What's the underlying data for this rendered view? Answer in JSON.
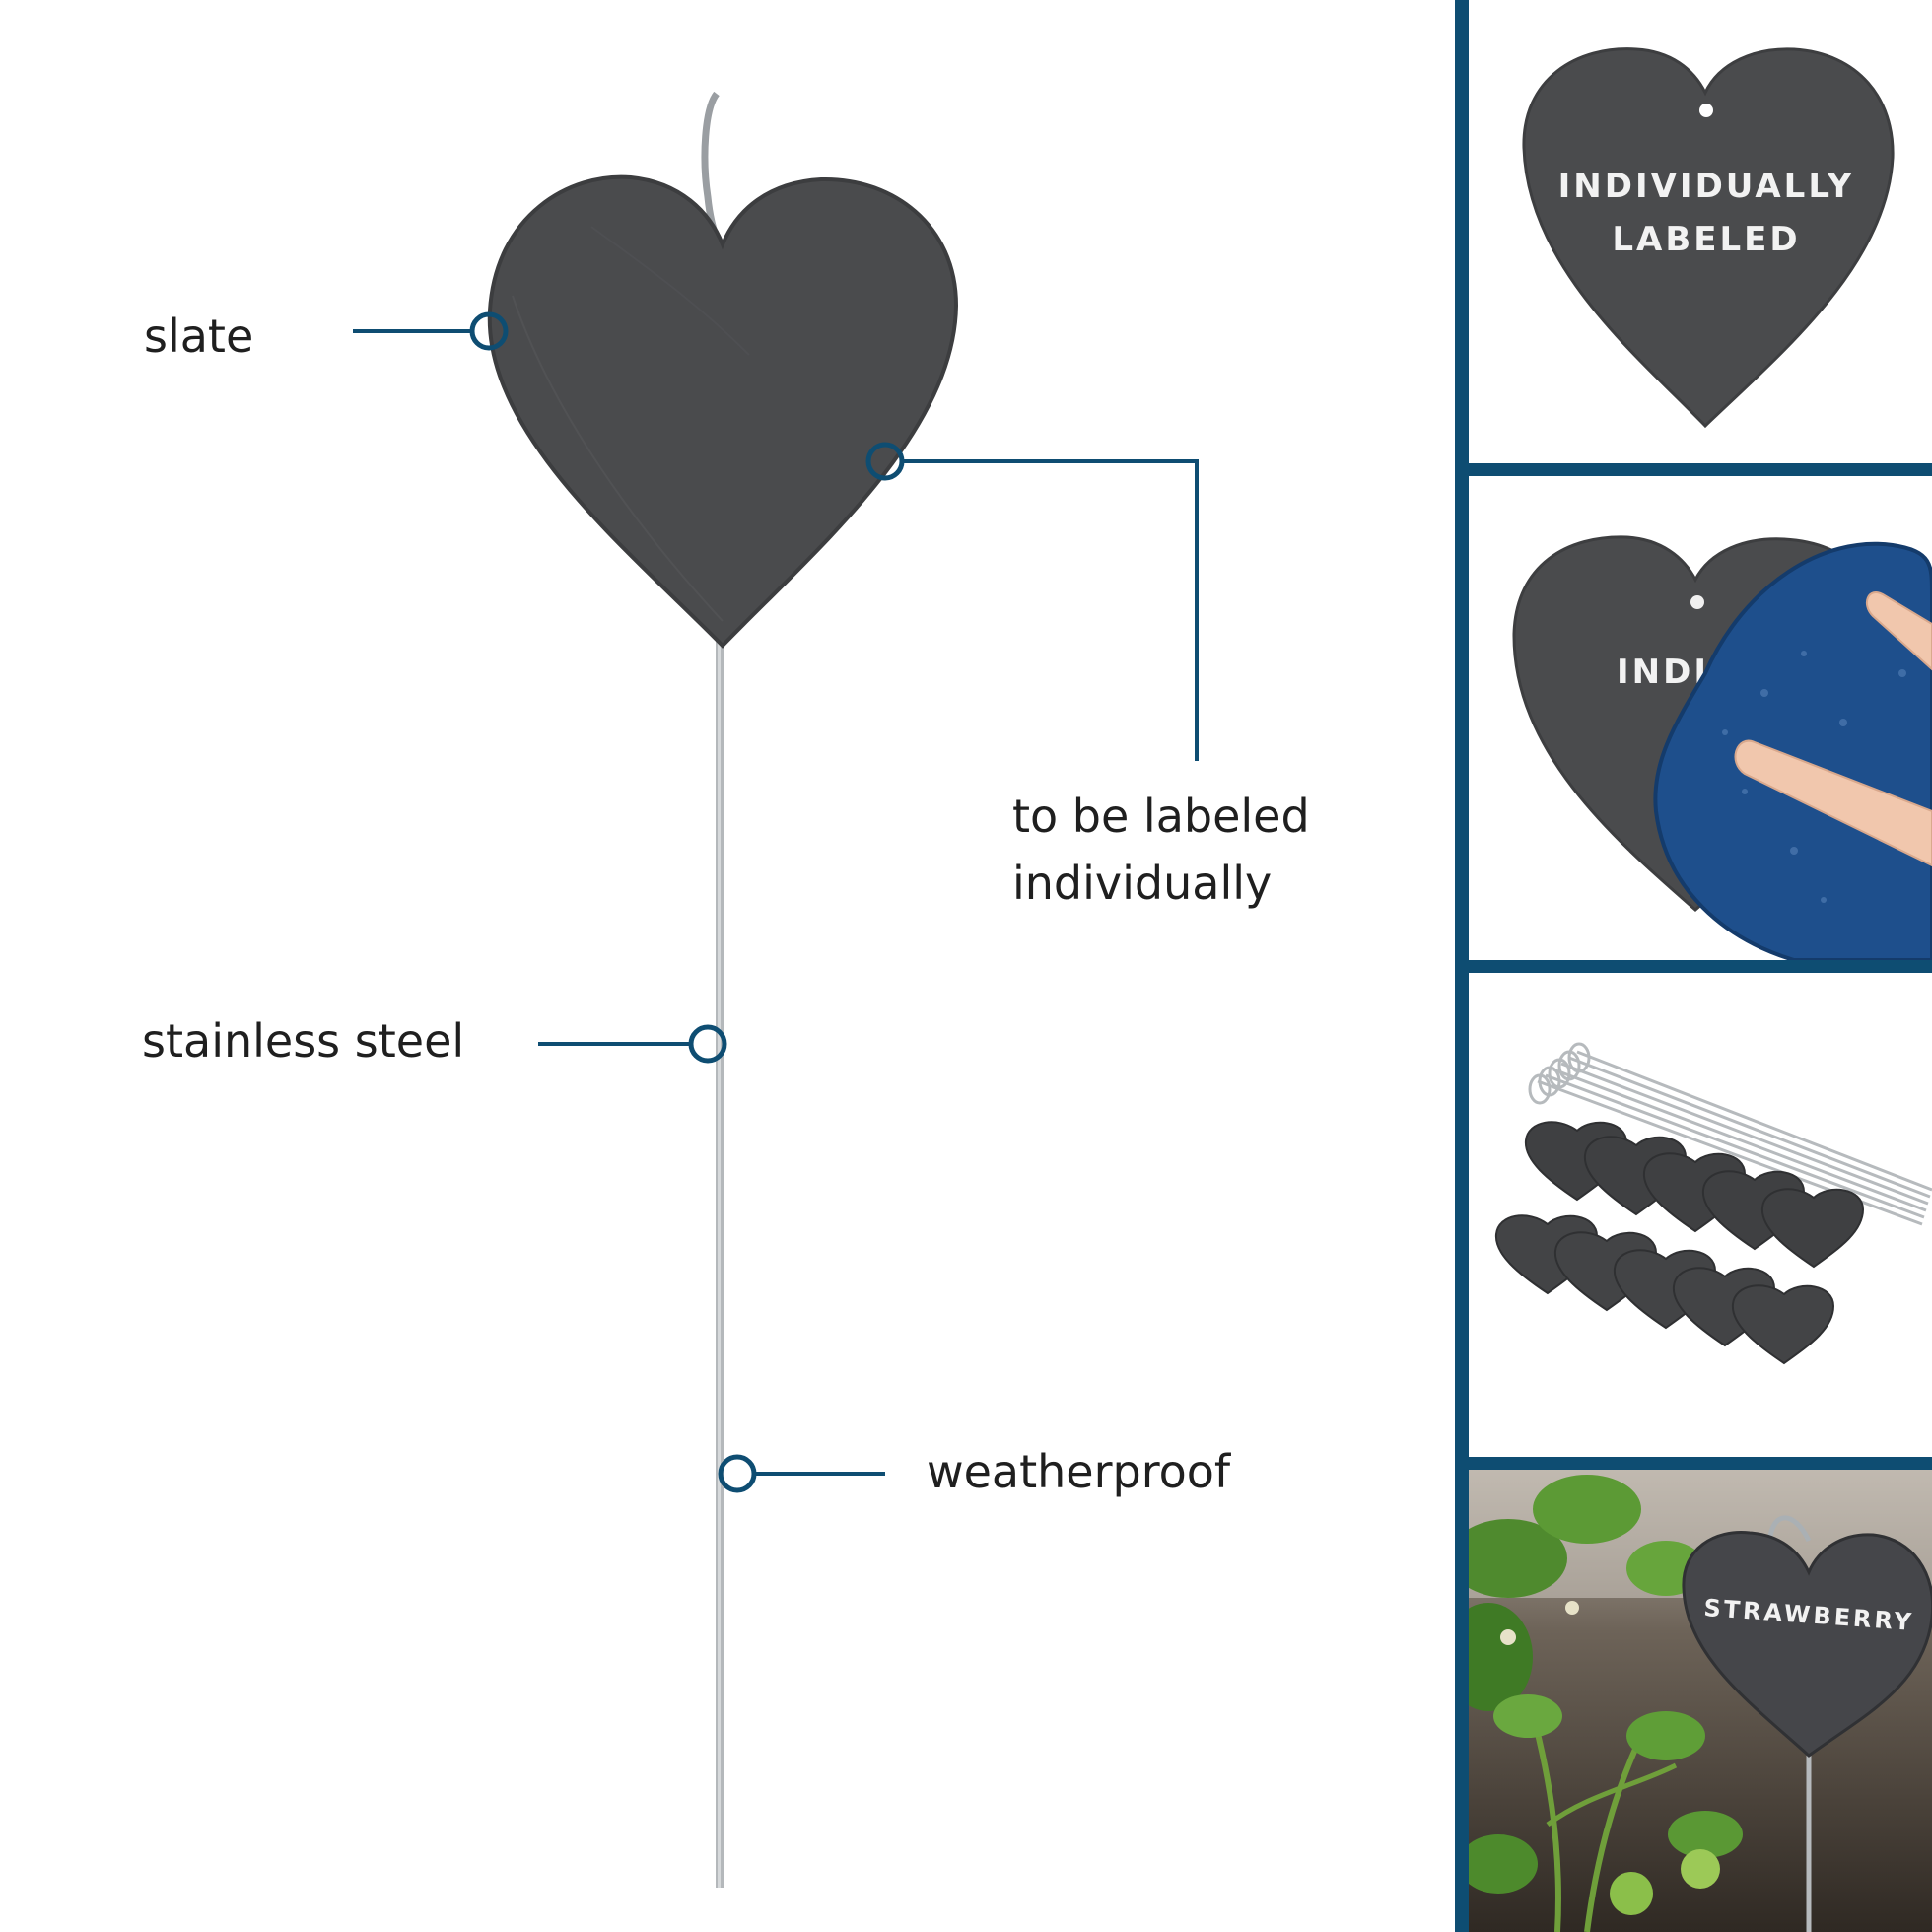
{
  "callouts": {
    "slate": "slate",
    "labeled_line1": "to be labeled",
    "labeled_line2": "individually",
    "steel": "stainless steel",
    "weatherproof": "weatherproof"
  },
  "panels": {
    "labeled_line1": "INDIVIDUALLY",
    "labeled_line2": "LABELED",
    "wipe_partial": "INDI",
    "plant_label": "STRAWBERRY"
  },
  "colors": {
    "accent": "#0e4d72",
    "slate": "#4a4b4d",
    "sponge": "#1e4f8c"
  }
}
